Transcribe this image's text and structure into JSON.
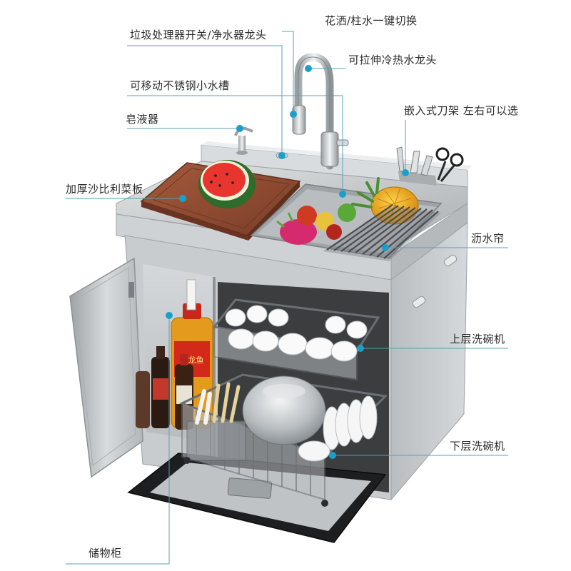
{
  "labels": {
    "shower_switch": "花洒/柱水一键切换",
    "disposer_switch": "垃圾处理器开关/净水器龙头",
    "pull_faucet": "可拉伸冷热水龙头",
    "movable_sink": "可移动不锈钢小水槽",
    "knife_rack": "嵌入式刀架 左右可以选",
    "soap_dispenser": "皂液器",
    "cutting_board": "加厚沙比利菜板",
    "drain_mat": "沥水帘",
    "upper_dishwasher": "上层洗碗机",
    "lower_dishwasher": "下层洗碗机",
    "storage_cabinet": "储物柜"
  },
  "product_text": {
    "oil_bottle_label": "金龙鱼"
  },
  "colors": {
    "leader_line": "#5a9fb3",
    "marker_dot": "#1aa0c8",
    "steel": "#c9ccce",
    "board": "#8c4a32",
    "label_text": "#2b2b2b"
  }
}
